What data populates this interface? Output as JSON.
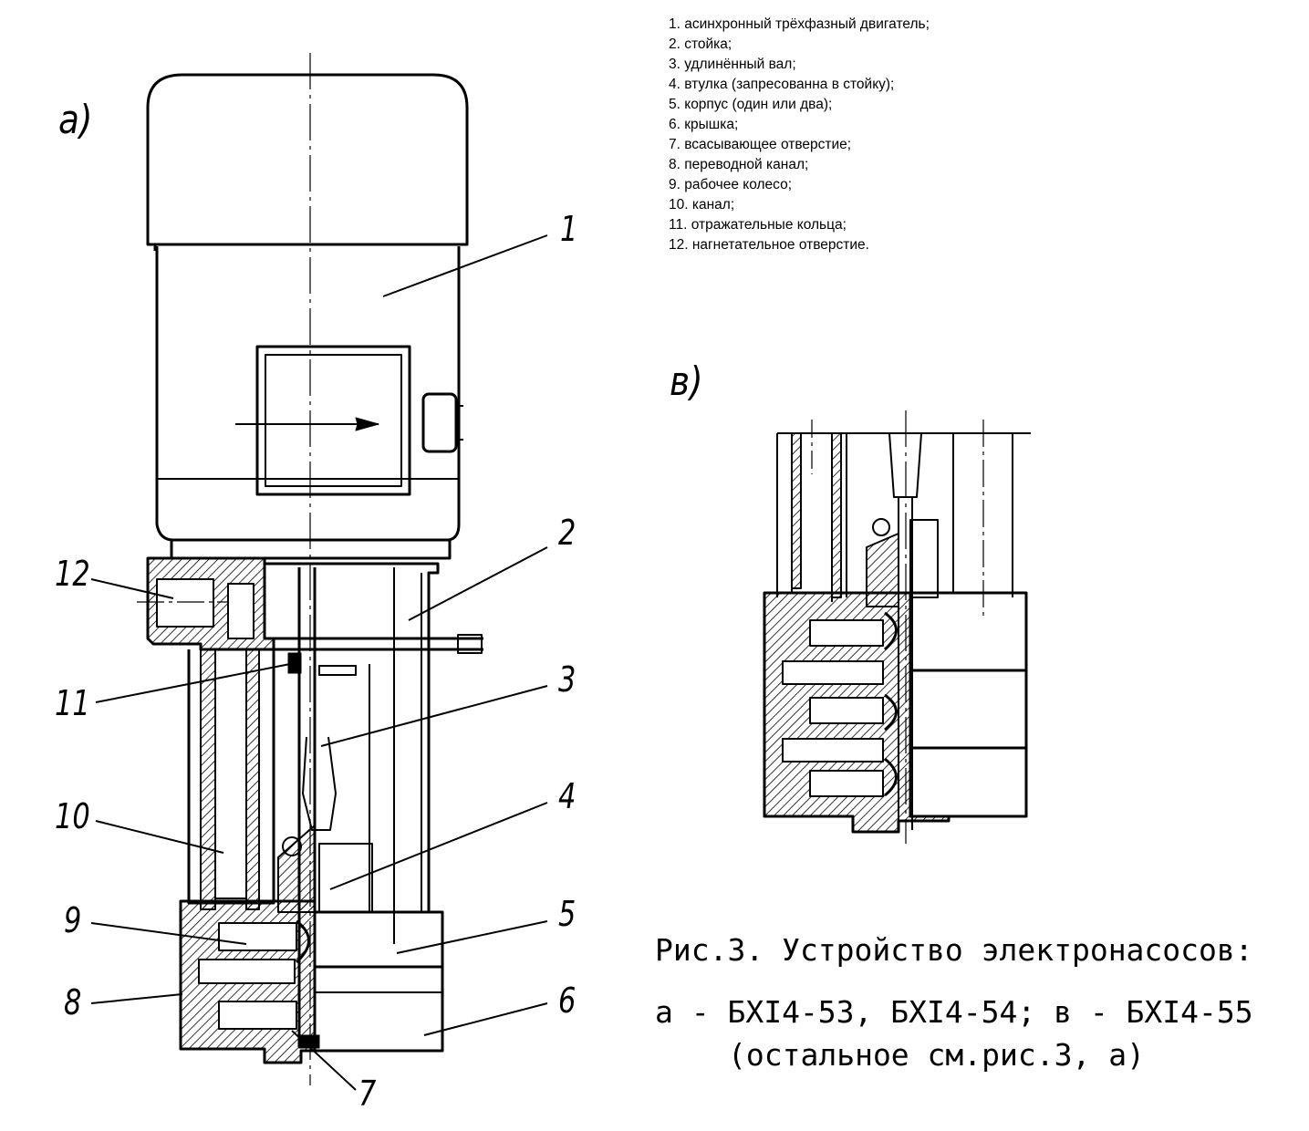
{
  "legend": [
    "1. асинхронный трёхфазный двигатель;",
    "2. стойка;",
    "3. удлинённый вал;",
    "4. втулка (запресованна в стойку);",
    "5. корпус (один или два);",
    "6. крышка;",
    "7. всасывающее отверстие;",
    "8. переводной канал;",
    "9. рабочее колесо;",
    "10. канал;",
    "11. отражательные кольца;",
    "12. нагнетательное отверстие."
  ],
  "view_labels": {
    "a": "a)",
    "b": "в)"
  },
  "numbers": [
    "1",
    "2",
    "3",
    "4",
    "5",
    "6",
    "7",
    "8",
    "9",
    "10",
    "11",
    "12"
  ],
  "caption": {
    "line1": "Рис.3. Устройство электронасосов:",
    "line2": "а - БХI4-53, БХI4-54; в - БХI4-55",
    "line3": "(остальное см.рис.3, а)"
  }
}
